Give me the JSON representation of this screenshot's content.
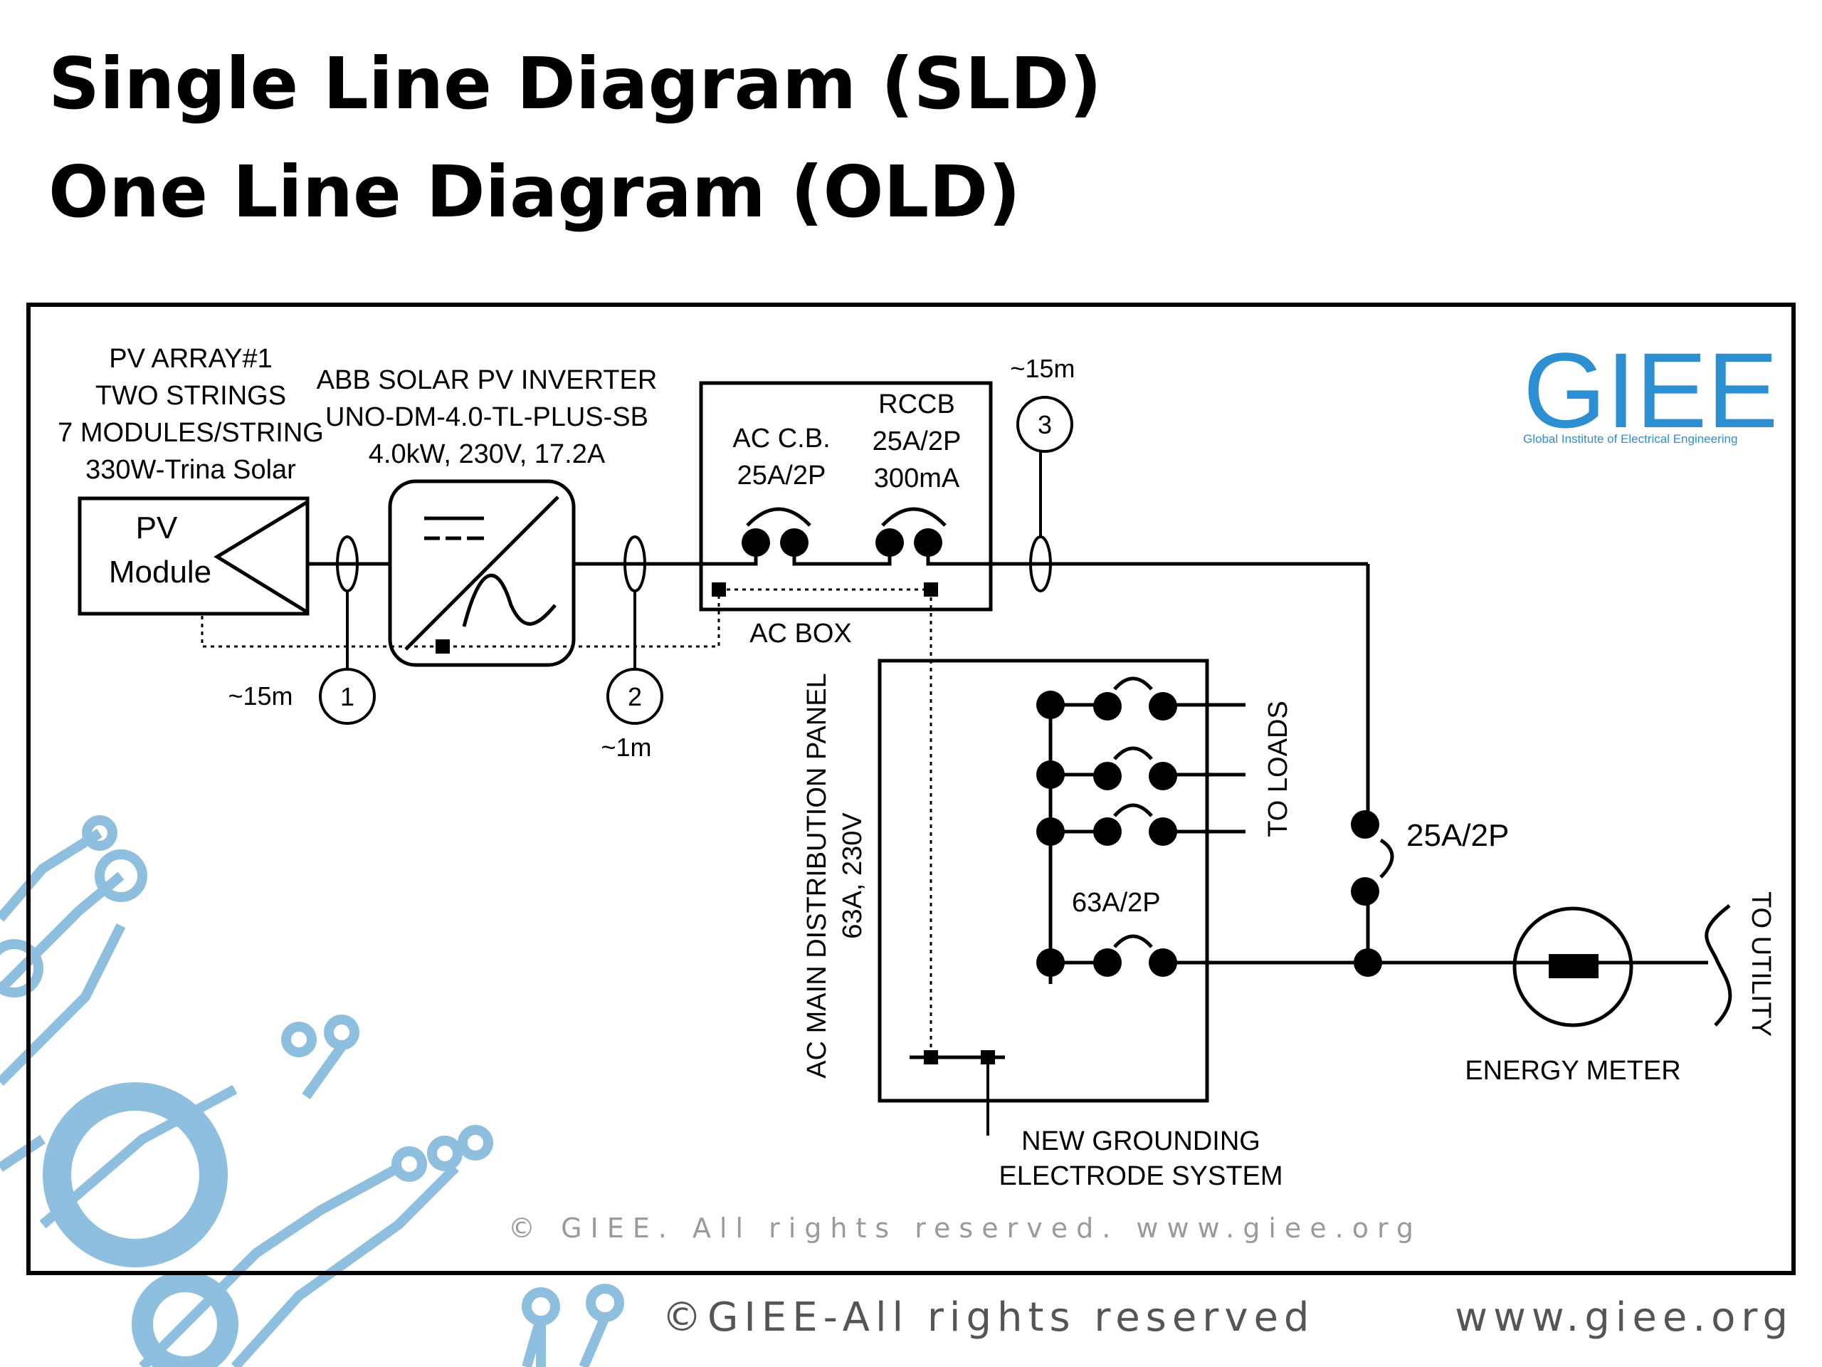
{
  "slide": {
    "title_line1": "Single Line Diagram (SLD)",
    "title_line2": "One Line Diagram (OLD)"
  },
  "logo": {
    "text": "GIEE",
    "subtitle": "Global Institute of Electrical Engineering",
    "color": "#2b8fd1"
  },
  "pv_array": {
    "line1": "PV ARRAY#1",
    "line2": "TWO STRINGS",
    "line3": "7 MODULES/STRING",
    "line4": "330W-Trina Solar",
    "module_line1": "PV",
    "module_line2": "Module"
  },
  "inverter": {
    "line1": "ABB  SOLAR PV INVERTER",
    "line2": "UNO-DM-4.0-TL-PLUS-SB",
    "line3": "4.0kW, 230V, 17.2A"
  },
  "ac_box": {
    "label": "AC BOX",
    "breaker_line1": "AC C.B.",
    "breaker_line2": "25A/2P",
    "rccb_line1": "RCCB",
    "rccb_line2": "25A/2P",
    "rccb_line3": "300mA"
  },
  "cables": [
    {
      "number": "1",
      "length": "~15m"
    },
    {
      "number": "2",
      "length": "~1m"
    },
    {
      "number": "3",
      "length": "~15m"
    }
  ],
  "panel": {
    "label_line1": "AC MAIN DISTRIBUTION PANEL",
    "label_line2": "63A, 230V",
    "main_breaker": "63A/2P",
    "loads_label": "TO LOADS"
  },
  "grounding": {
    "line1": "NEW GROUNDING",
    "line2": "ELECTRODE SYSTEM"
  },
  "service": {
    "breaker": "25A/2P",
    "meter_label": "ENERGY METER",
    "utility_label": "TO UTILITY"
  },
  "watermark": "©  GIEE. All rights reserved. www.giee.org",
  "footer": {
    "left": "©GIEE-All rights reserved",
    "right": "www.giee.org"
  },
  "colors": {
    "circuit_decor": "#8fbfdf"
  }
}
